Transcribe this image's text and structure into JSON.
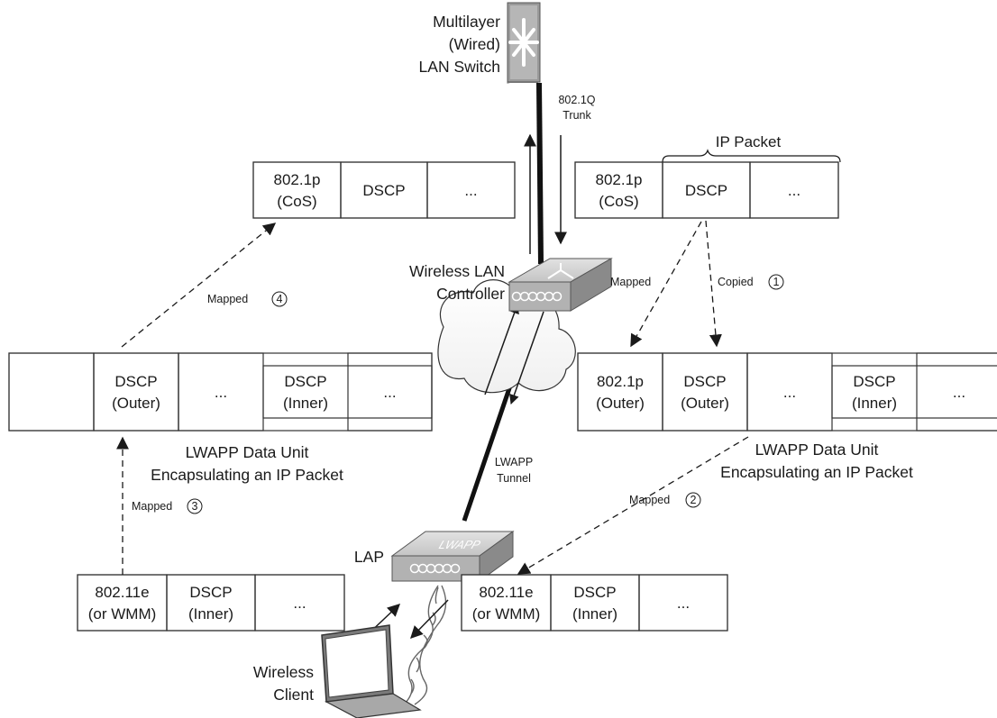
{
  "devices": {
    "switch_label": [
      "Multilayer",
      "(Wired)",
      "LAN Switch"
    ],
    "trunk_label": [
      "802.1Q",
      "Trunk"
    ],
    "wlc_label": [
      "Wireless LAN",
      "Controller"
    ],
    "lap_label": "LAP",
    "lap_icon_text": "LWAPP",
    "tunnel_label": [
      "LWAPP",
      "Tunnel"
    ],
    "client_label": [
      "Wireless",
      "Client"
    ]
  },
  "ip_packet_label": "IP Packet",
  "frames": {
    "top_left": [
      [
        "802.1p",
        "(CoS)"
      ],
      [
        "DSCP"
      ],
      [
        "..."
      ]
    ],
    "top_right": [
      [
        "802.1p",
        "(CoS)"
      ],
      [
        "DSCP"
      ],
      [
        "..."
      ]
    ],
    "mid_left": [
      [
        ""
      ],
      [
        "DSCP",
        "(Outer)"
      ],
      [
        "..."
      ],
      [
        "DSCP",
        "(Inner)"
      ],
      [
        "..."
      ]
    ],
    "mid_right": [
      [
        "802.1p",
        "(Outer)"
      ],
      [
        "DSCP",
        "(Outer)"
      ],
      [
        "..."
      ],
      [
        "DSCP",
        "(Inner)"
      ],
      [
        "..."
      ]
    ],
    "bottom_left": [
      [
        "802.11e",
        "(or WMM)"
      ],
      [
        "DSCP",
        "(Inner)"
      ],
      [
        "..."
      ]
    ],
    "bottom_right": [
      [
        "802.11e",
        "(or WMM)"
      ],
      [
        "DSCP",
        "(Inner)"
      ],
      [
        "..."
      ]
    ]
  },
  "captions": {
    "mid_left": [
      "LWAPP Data Unit",
      "Encapsulating an IP Packet"
    ],
    "mid_right": [
      "LWAPP Data Unit",
      "Encapsulating an IP Packet"
    ]
  },
  "mappings": {
    "step1": {
      "text": "Copied",
      "num": "1"
    },
    "step2": {
      "text": "Mapped",
      "num": "2"
    },
    "step3": {
      "text": "Mapped",
      "num": "3"
    },
    "step4": {
      "text": "Mapped",
      "num": "4"
    },
    "wlc_mapped": "Mapped"
  },
  "colors": {
    "device_gray": "#b4b4b4",
    "line": "#1a1a1a",
    "box_stroke": "#333333"
  }
}
